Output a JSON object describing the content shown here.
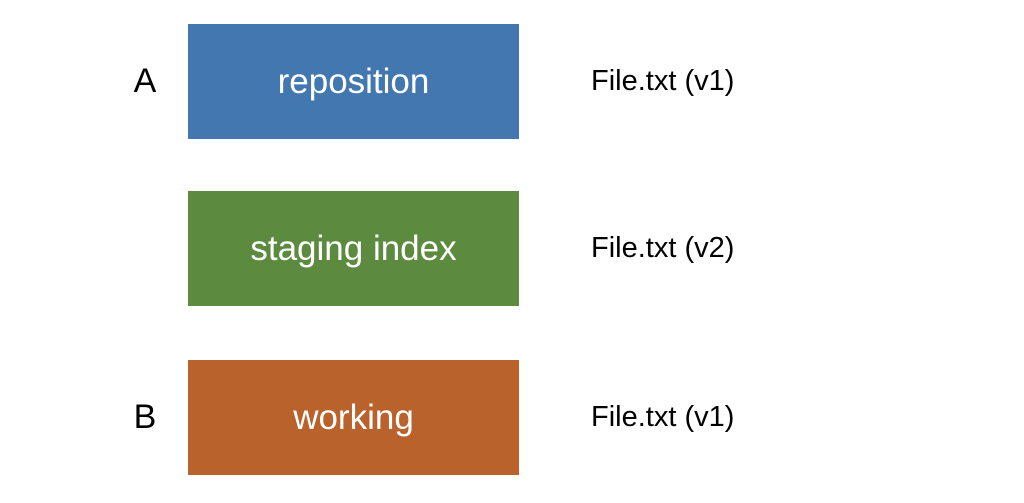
{
  "diagram": {
    "colors": {
      "background": "#ffffff",
      "text": "#000000",
      "box_text": "#ffffff",
      "repository_blue": "#4377b0",
      "staging_green": "#5c8a3e",
      "working_orange": "#b9622b"
    },
    "rows": [
      {
        "side_label": "A",
        "box_label": "reposition",
        "box_color": "#4377b0",
        "file_label": "File.txt (v1)"
      },
      {
        "side_label": "",
        "box_label": "staging index",
        "box_color": "#5c8a3e",
        "file_label": "File.txt (v2)"
      },
      {
        "side_label": "B",
        "box_label": "working",
        "box_color": "#b9622b",
        "file_label": "File.txt (v1)"
      }
    ]
  }
}
